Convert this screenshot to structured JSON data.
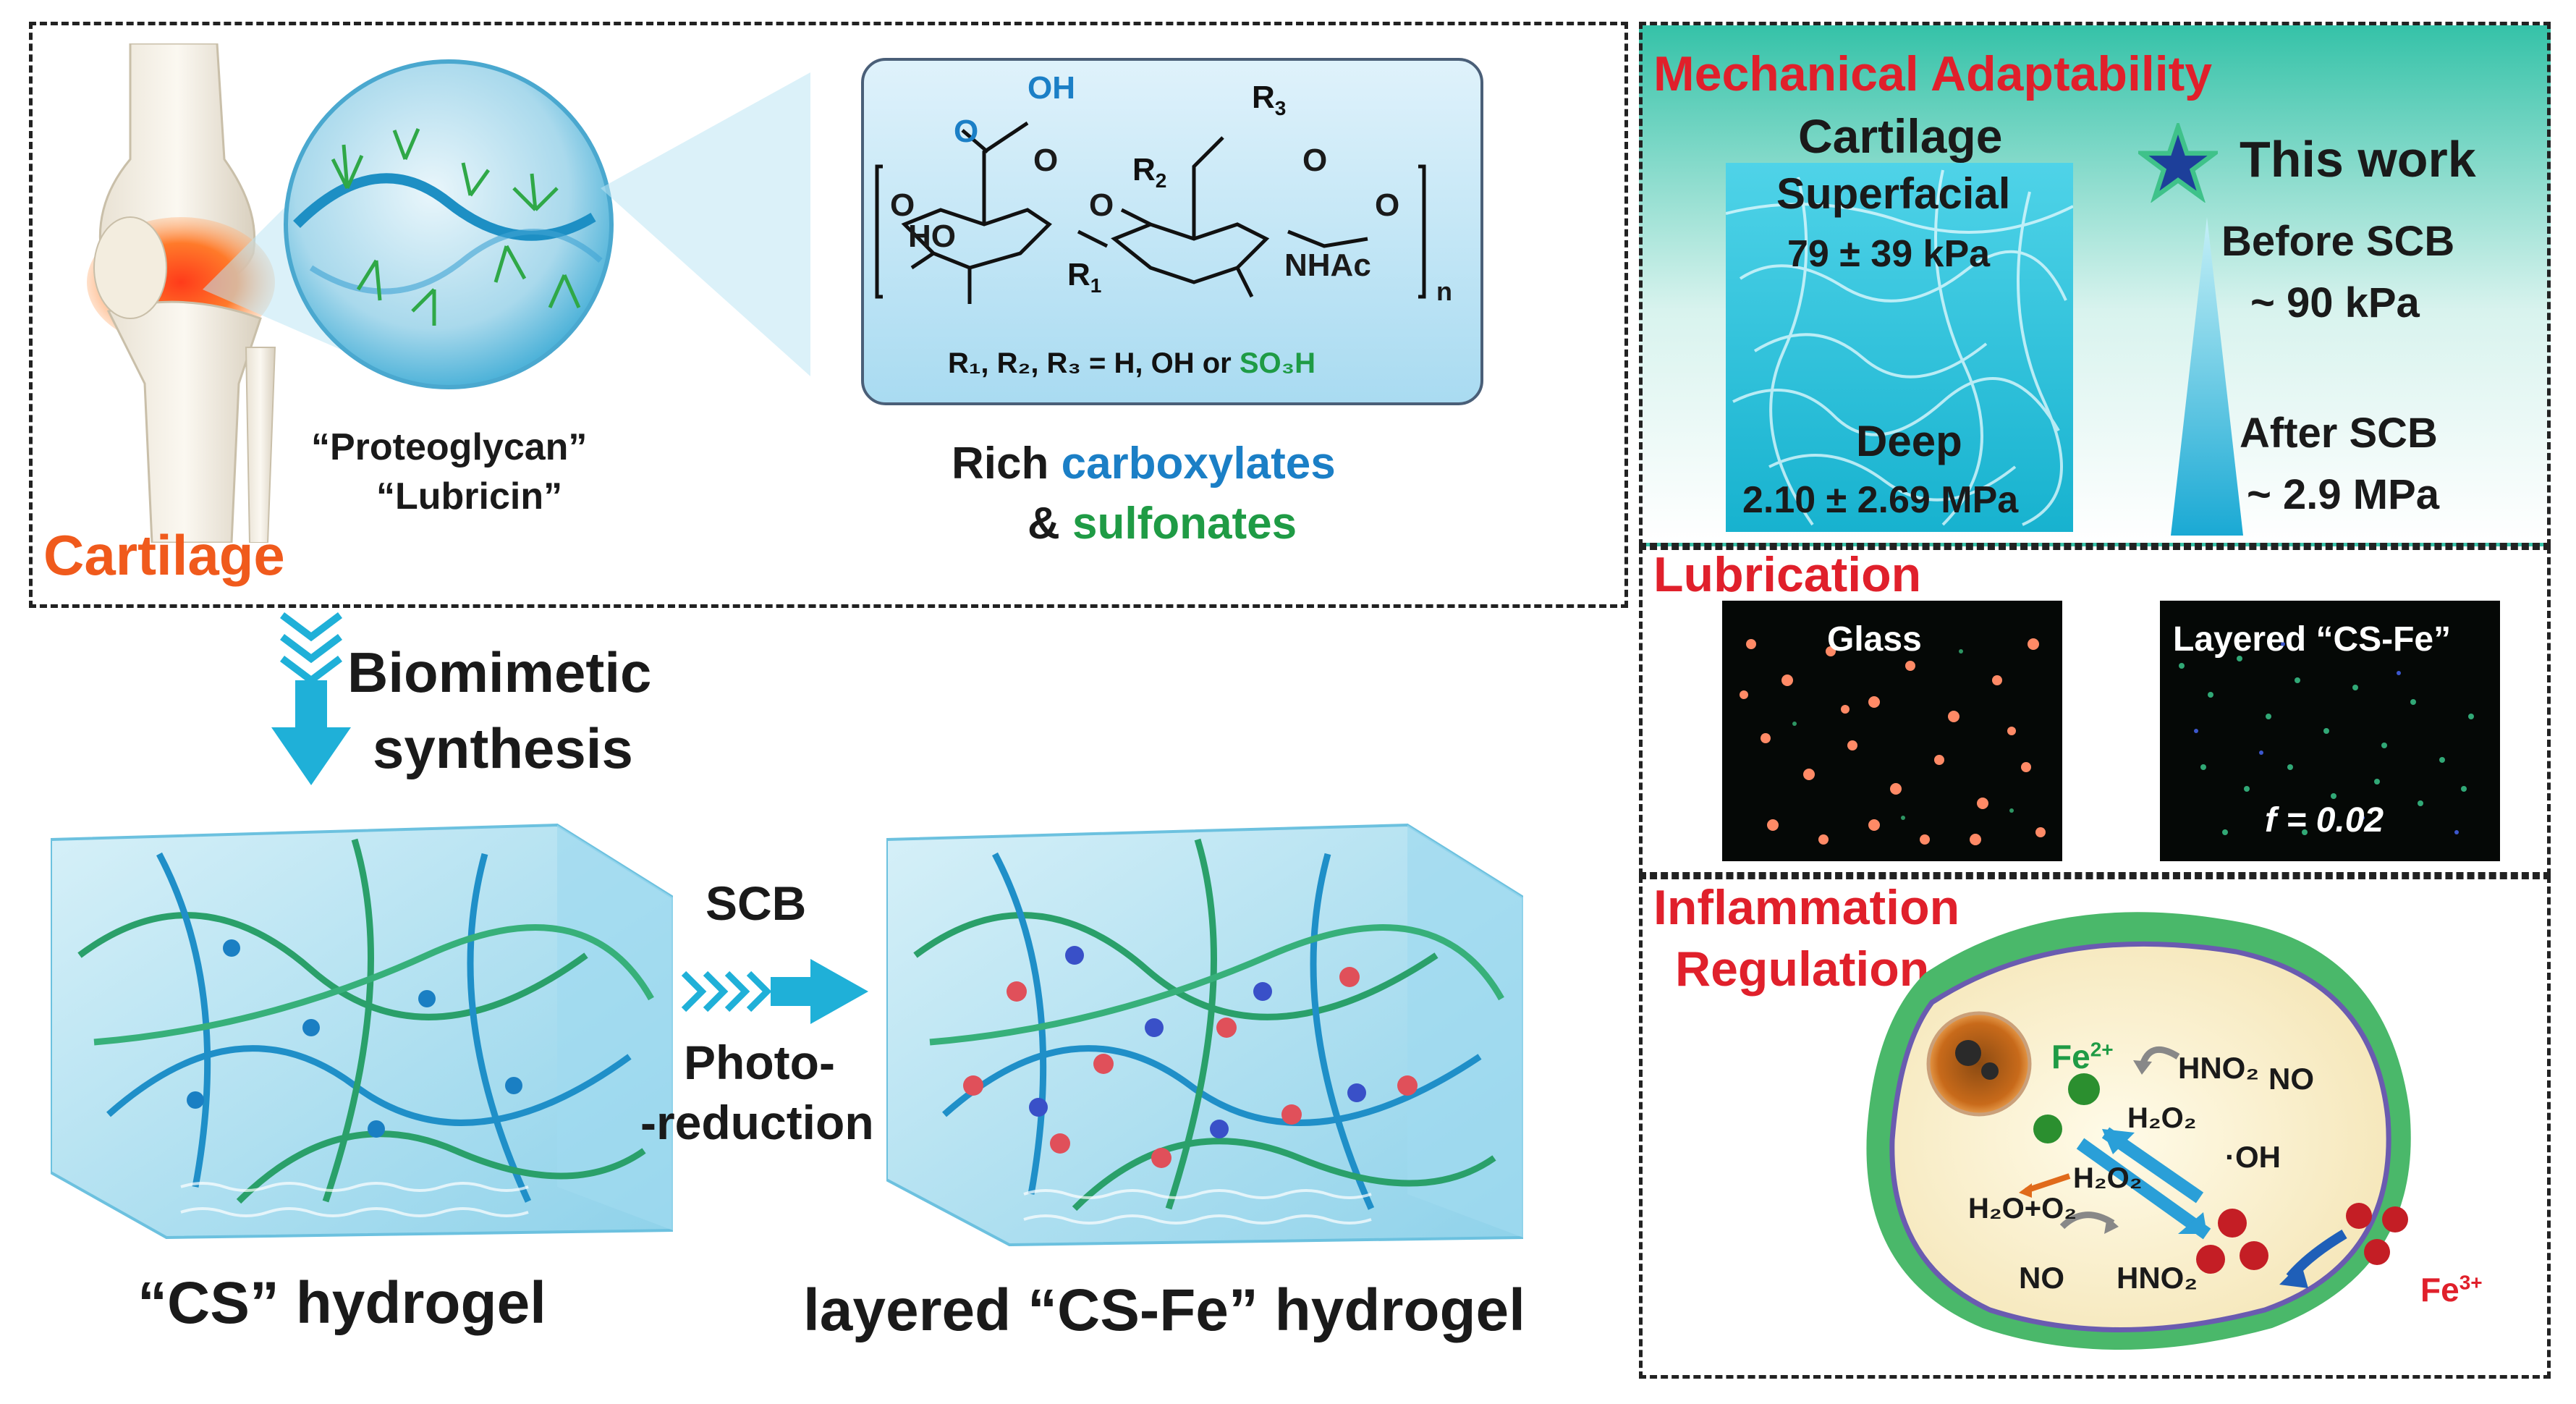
{
  "top_panel": {
    "cartilage_label": "Cartilage",
    "proteoglycan_label": "“Proteoglycan”",
    "lubricin_label": "“Lubricin”",
    "rich_label": "Rich",
    "carboxylates_label": "carboxylates",
    "amp_label": "&",
    "sulfonates_label": "sulfonates",
    "structure": {
      "oh_label": "OH",
      "o_ring1": "O",
      "o_ring2": "O",
      "o_link_left": "O",
      "o_link_mid": "O",
      "o_link_right": "O",
      "o_carbonyl": "O",
      "ho_label": "HO",
      "r1": "R",
      "r1_sub": "1",
      "r2": "R",
      "r2_sub": "2",
      "r3": "R",
      "r3_sub": "3",
      "nhac_label": "NHAc",
      "n_label": "n",
      "substituents_text": "R₁, R₂, R₃ = H, OH or",
      "so3h_label": "SO₃H"
    }
  },
  "middle": {
    "biomimetic_label": "Biomimetic",
    "synthesis_label": "synthesis",
    "scb_label": "SCB",
    "photo_label": "Photo-",
    "reduction_label": "-reduction",
    "cs_hydrogel_label": "“CS” hydrogel",
    "csfe_hydrogel_label": "layered “CS-Fe” hydrogel"
  },
  "right_panel": {
    "mech_title": "Mechanical Adaptability",
    "cartilage_heading": "Cartilage",
    "superfacial_label": "Superfacial",
    "superfacial_value": "79 ± 39 kPa",
    "deep_label": "Deep",
    "deep_value": "2.10 ± 2.69 MPa",
    "this_work_label": "This work",
    "before_scb_label": "Before SCB",
    "before_scb_value": "~ 90 kPa",
    "after_scb_label": "After SCB",
    "after_scb_value": "~ 2.9 MPa",
    "lubrication_title": "Lubrication",
    "glass_label": "Glass",
    "layered_label": "Layered “CS-Fe”",
    "friction_label": "f = 0.02",
    "inflammation_title": "Inflammation",
    "regulation_title": "Regulation",
    "fe2_label": "Fe",
    "fe2_sup": "2+",
    "fe3_label": "Fe",
    "fe3_sup": "3+",
    "hno2_top": "HNO₂",
    "no_top": "NO",
    "h2o2_a": "H₂O₂",
    "oh_radical": "·OH",
    "h2o2_b": "H₂O₂",
    "h2o_o2": "H₂O+O₂",
    "no_bottom": "NO",
    "hno2_bottom": "HNO₂"
  },
  "colors": {
    "title_red": "#e0202b",
    "carboxylate_blue": "#1b7fc6",
    "sulfonate_green": "#1f9b45",
    "cartilage_orange": "#f05a1c",
    "arrow_cyan": "#1fb0d8"
  }
}
